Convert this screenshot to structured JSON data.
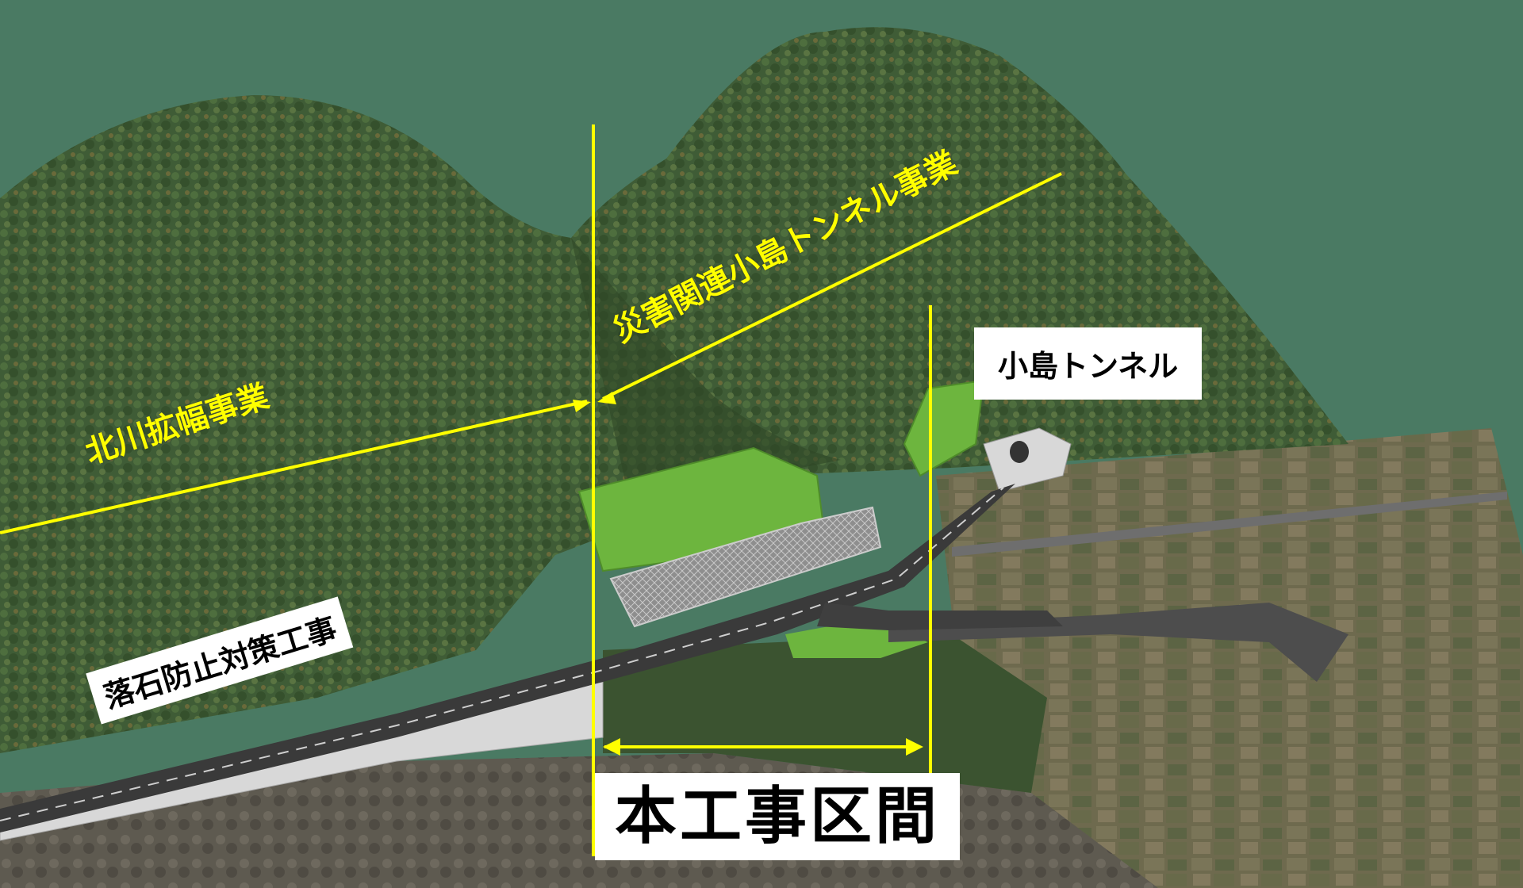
{
  "labels": {
    "kitagawa_widening": "北川拡幅事業",
    "disaster_tunnel_project": "災害関連小島トンネル事業",
    "rockfall_prevention": "落石防止対策工事",
    "kojima_tunnel": "小島トンネル",
    "this_construction_section": "本工事区間"
  },
  "colors": {
    "background": "#4a7a63",
    "annotation_line": "#ffff00",
    "mountain": "#3e5a34",
    "slope_green": "#7fbf3f",
    "road": "#3a3a3a"
  }
}
